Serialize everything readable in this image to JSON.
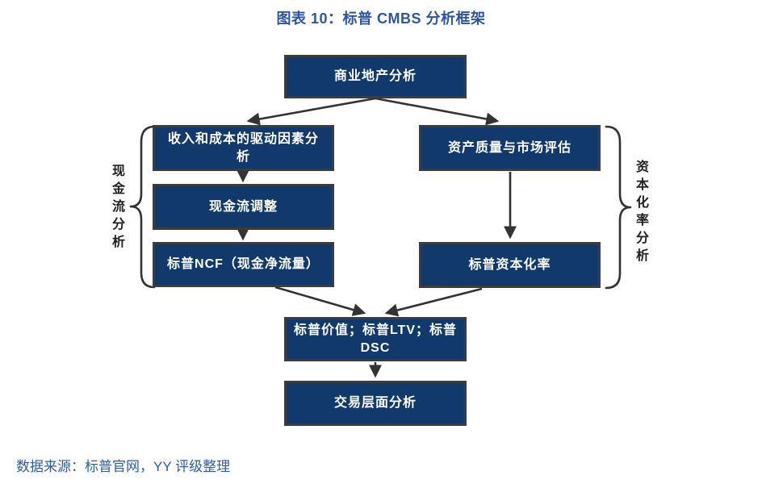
{
  "title": "图表 10：标普 CMBS 分析框架",
  "nodes": {
    "commercial_property": "商业地产分析",
    "income_cost_drivers": "收入和成本的驱动因素分\n析",
    "cash_flow_adjustment": "现金流调整",
    "sp_ncf": "标普NCF（现金净流量）",
    "asset_quality": "资产质量与市场评估",
    "sp_cap_rate": "标普资本化率",
    "sp_value_ltv_dsc": "标普价值；标普LTV；标普\nDSC",
    "transaction_level": "交易层面分析"
  },
  "group_labels": {
    "cash_flow": "现金流分析",
    "cap_rate": "资本化率分析"
  },
  "source": "数据来源：标普官网，YY 评级整理",
  "colors": {
    "box_fill": "#11396b",
    "box_border": "#3c3c3c",
    "box_text": "#ffffff",
    "title_color": "#2b55a7",
    "source_color": "#2e5ca9",
    "arrow_color": "#333333",
    "label_color": "#1f1f1f"
  }
}
